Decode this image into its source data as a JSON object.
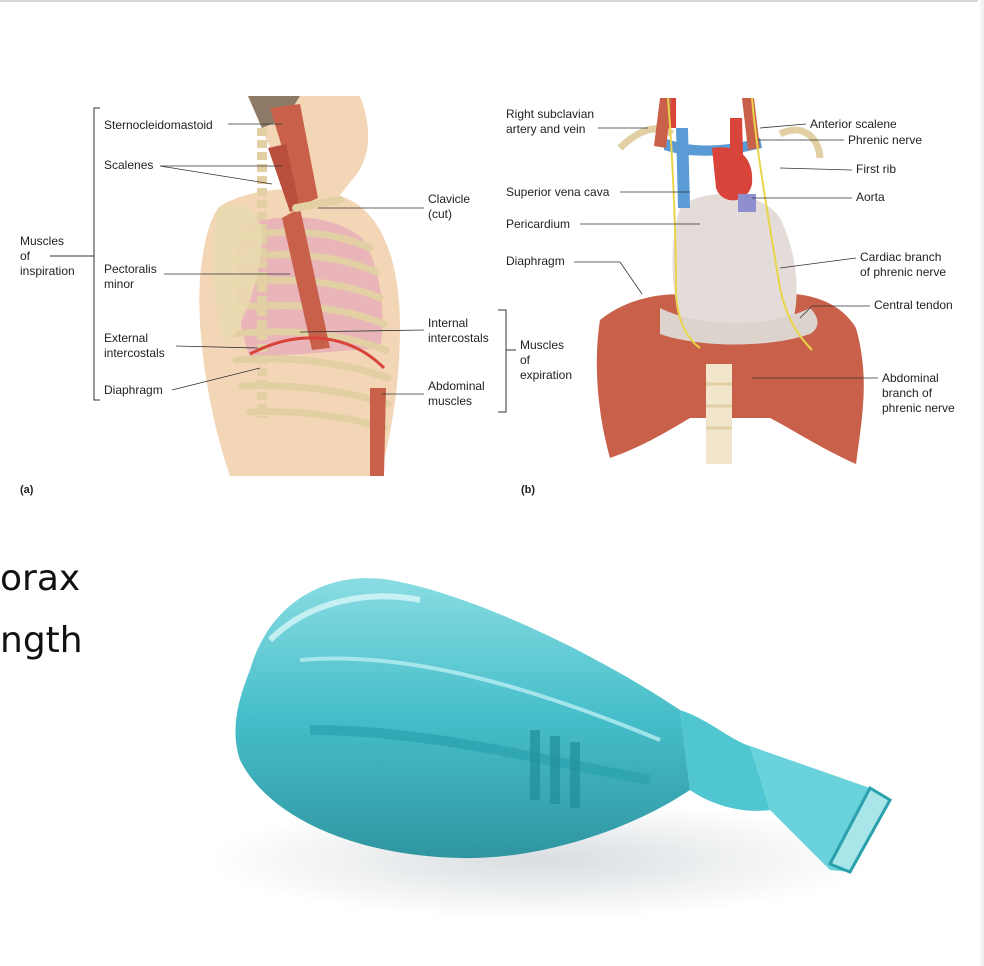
{
  "slide": {
    "title_fragment": "S",
    "line1_fragment": "orax",
    "line2_fragment": "ngth",
    "accent_color": "#4aa3d8"
  },
  "figure": {
    "panel_a": {
      "tag": "(a)",
      "group_inspiration": "Muscles\nof\ninspiration",
      "labels": {
        "sternocleidomastoid": "Sternocleidomastoid",
        "scalenes": "Scalenes",
        "pectoralis_minor": "Pectoralis\nminor",
        "external_intercostals": "External\nintercostals",
        "diaphragm": "Diaphragm",
        "clavicle": "Clavicle\n(cut)",
        "internal_intercostals": "Internal\nintercostals",
        "abdominal_muscles": "Abdominal\nmuscles"
      },
      "group_expiration": "Muscles\nof\nexpiration"
    },
    "panel_b": {
      "tag": "(b)",
      "labels": {
        "right_subclavian": "Right subclavian\nartery and vein",
        "superior_vena_cava": "Superior vena cava",
        "pericardium": "Pericardium",
        "diaphragm": "Diaphragm",
        "anterior_scalene": "Anterior scalene",
        "phrenic_nerve": "Phrenic nerve",
        "first_rib": "First rib",
        "aorta": "Aorta",
        "cardiac_branch": "Cardiac branch\nof phrenic nerve",
        "central_tendon": "Central tendon",
        "abdominal_branch": "Abdominal\nbranch of\nphrenic nerve"
      }
    }
  },
  "colors": {
    "muscle": "#c9604a",
    "bone": "#e2cfa3",
    "lung": "#e9b5b8",
    "skin": "#f3d6b6",
    "vein_blue": "#5b9bd5",
    "artery_red": "#d9443a",
    "nerve_yellow": "#e9d44a",
    "inhaler_teal": "#35b8c4"
  }
}
